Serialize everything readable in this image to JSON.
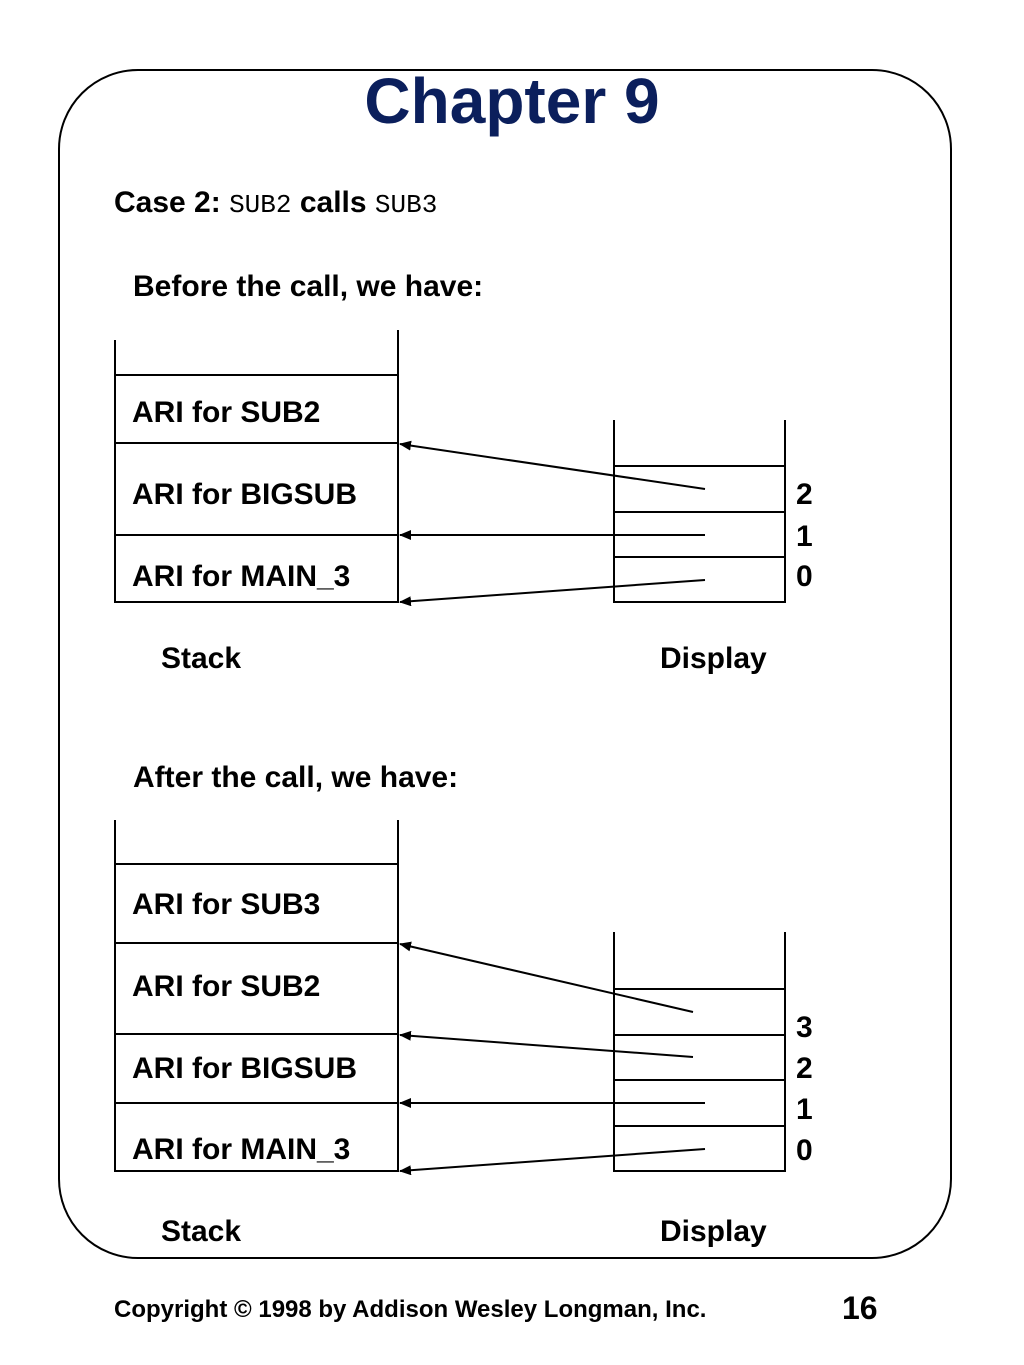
{
  "title": "Chapter 9",
  "case": {
    "prefix": "Case 2:",
    "caller": "SUB2",
    "verb": "calls",
    "callee": "SUB3"
  },
  "before": {
    "heading": "Before the call, we have:",
    "stack": [
      "ARI for SUB2",
      "ARI for BIGSUB",
      "ARI for MAIN_3"
    ],
    "display_indices": [
      "2",
      "1",
      "0"
    ],
    "stack_label": "Stack",
    "display_label": "Display"
  },
  "after": {
    "heading": "After the call, we have:",
    "stack": [
      "ARI for SUB3",
      "ARI for SUB2",
      "ARI for BIGSUB",
      "ARI for MAIN_3"
    ],
    "display_indices": [
      "3",
      "2",
      "1",
      "0"
    ],
    "stack_label": "Stack",
    "display_label": "Display"
  },
  "footer": {
    "copyright": "Copyright © 1998 by Addison Wesley Longman, Inc.",
    "page": "16"
  }
}
